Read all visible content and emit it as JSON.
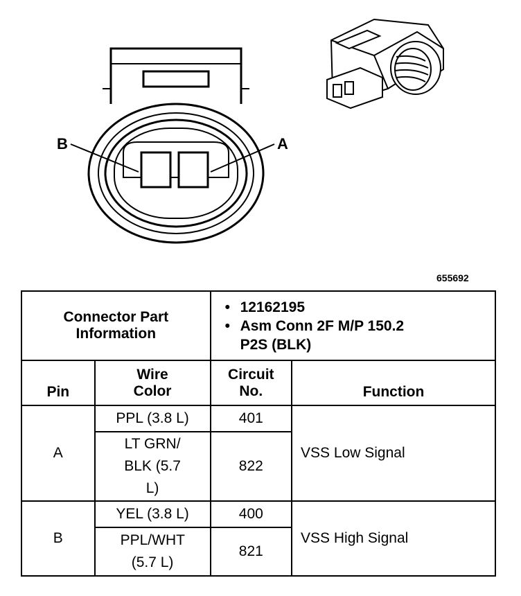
{
  "figure": {
    "pin_label_a": "A",
    "pin_label_b": "B",
    "figure_id": "655692"
  },
  "table": {
    "part_info_label": "Connector Part Information",
    "part_info_items": [
      "12162195",
      "Asm Conn 2F M/P 150.2 P2S (BLK)"
    ],
    "headers": {
      "pin": "Pin",
      "wire_color": "Wire Color",
      "circuit_no": "Circuit No.",
      "function": "Function"
    },
    "rows": [
      {
        "pin": "A",
        "function": "VSS Low Signal",
        "wires": [
          {
            "color": "PPL (3.8 L)",
            "circuit": "401"
          },
          {
            "color": "LT GRN/ BLK (5.7 L)",
            "circuit": "822"
          }
        ]
      },
      {
        "pin": "B",
        "function": "VSS High Signal",
        "wires": [
          {
            "color": "YEL (3.8 L)",
            "circuit": "400"
          },
          {
            "color": "PPL/WHT (5.7 L)",
            "circuit": "821"
          }
        ]
      }
    ]
  }
}
